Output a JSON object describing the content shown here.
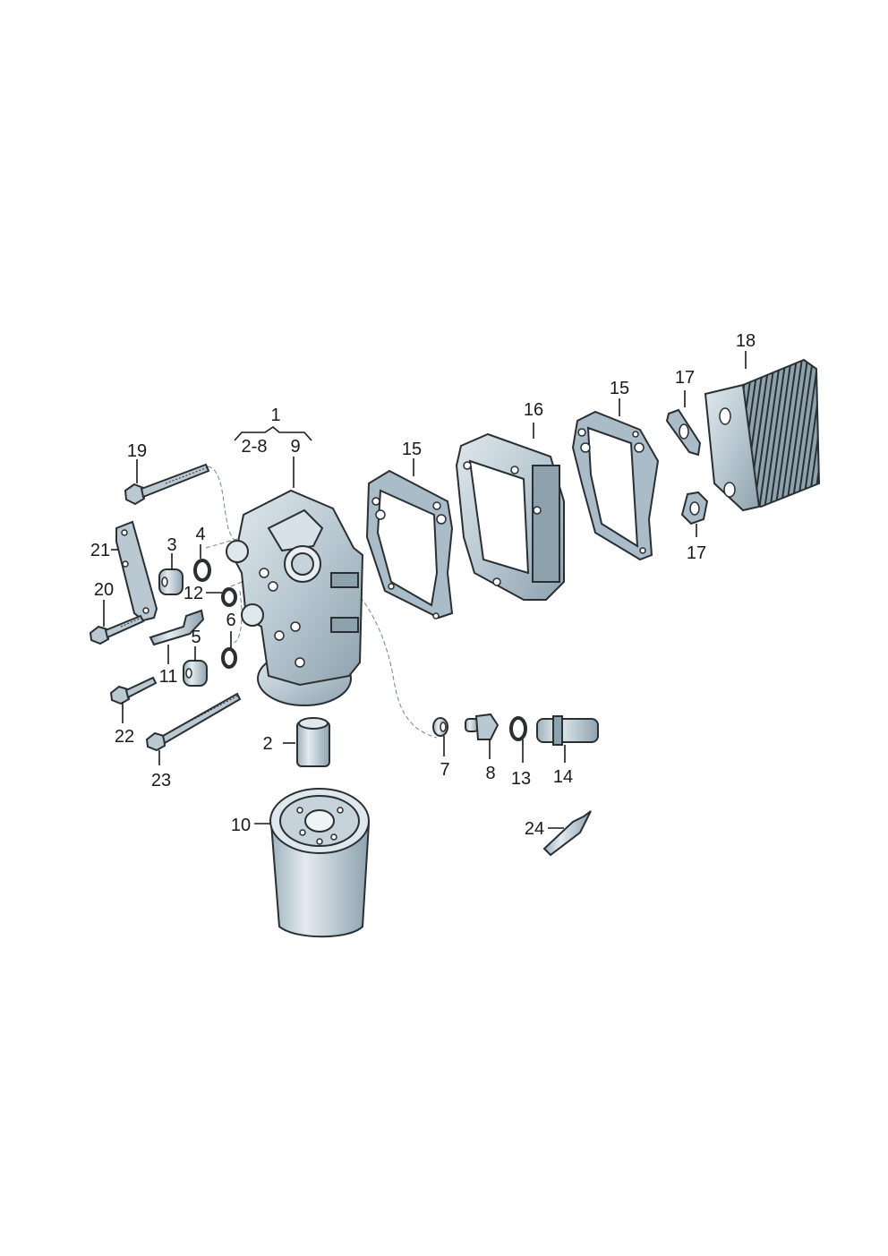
{
  "diagram": {
    "type": "exploded-parts-view",
    "subject": "oil filter housing with oil cooler",
    "colors": {
      "background": "#ffffff",
      "part_fill": "#b9c8d1",
      "part_highlight": "#d7e2e8",
      "part_shadow": "#8ea2ae",
      "outline": "#2a2f33",
      "callout_text": "#1a1a1a",
      "dashed_leader": "#6f8592"
    },
    "group_bracket": {
      "parent": "1",
      "left_branch": "2-8",
      "right_branch": "9"
    },
    "callouts": [
      {
        "id": "1",
        "label": "1",
        "part": "housing assembly (group)"
      },
      {
        "id": "2",
        "label": "2",
        "part": "threaded nipple"
      },
      {
        "id": "3",
        "label": "3",
        "part": "bushing"
      },
      {
        "id": "4",
        "label": "4",
        "part": "o-ring"
      },
      {
        "id": "5",
        "label": "5",
        "part": "bushing"
      },
      {
        "id": "6",
        "label": "6",
        "part": "o-ring"
      },
      {
        "id": "7",
        "label": "7",
        "part": "seal ring"
      },
      {
        "id": "8",
        "label": "8",
        "part": "plug"
      },
      {
        "id": "9",
        "label": "9",
        "part": "oil filter housing"
      },
      {
        "id": "10",
        "label": "10",
        "part": "oil filter"
      },
      {
        "id": "11",
        "label": "11",
        "part": "connector pin"
      },
      {
        "id": "12",
        "label": "12",
        "part": "o-ring"
      },
      {
        "id": "13",
        "label": "13",
        "part": "seal ring"
      },
      {
        "id": "14",
        "label": "14",
        "part": "sensor / connector"
      },
      {
        "id": "15a",
        "label": "15",
        "part": "gasket"
      },
      {
        "id": "15b",
        "label": "15",
        "part": "gasket"
      },
      {
        "id": "16",
        "label": "16",
        "part": "adapter frame"
      },
      {
        "id": "17a",
        "label": "17",
        "part": "gasket"
      },
      {
        "id": "17b",
        "label": "17",
        "part": "gasket"
      },
      {
        "id": "18",
        "label": "18",
        "part": "oil cooler"
      },
      {
        "id": "19",
        "label": "19",
        "part": "bolt"
      },
      {
        "id": "20",
        "label": "20",
        "part": "bolt"
      },
      {
        "id": "21",
        "label": "21",
        "part": "bracket"
      },
      {
        "id": "22",
        "label": "22",
        "part": "bolt"
      },
      {
        "id": "23",
        "label": "23",
        "part": "bolt"
      },
      {
        "id": "24",
        "label": "24",
        "part": "sealant tube"
      }
    ]
  }
}
